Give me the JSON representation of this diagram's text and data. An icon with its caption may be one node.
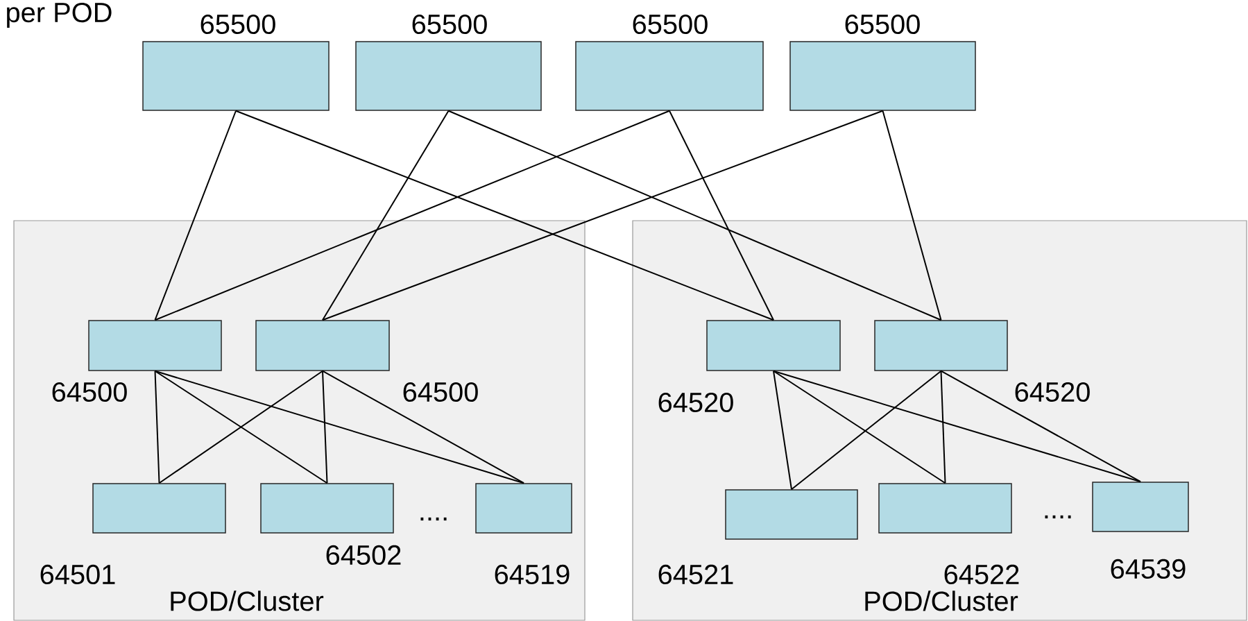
{
  "diagram": {
    "nodes": [
      {
        "text": [
          "65500"
        ]
      },
      {
        "text": [
          "65500"
        ]
      },
      {
        "text": [
          "65500"
        ]
      },
      {
        "text": [
          "65500"
        ]
      },
      {
        "text": [
          "POD/Cluster"
        ]
      },
      {
        "text": [
          "64500"
        ],
        "in": 4
      },
      {
        "text": [
          "64500"
        ],
        "in": 4
      },
      {
        "text": [
          "64501"
        ],
        "in": 4
      },
      {
        "text": [
          "64502"
        ],
        "in": 4
      },
      {
        "text": [
          "64519"
        ],
        "in": 4
      },
      {
        "text": [
          "POD/Cluster"
        ]
      },
      {
        "text": [
          "64520"
        ],
        "in": 10
      },
      {
        "text": [
          "64520"
        ],
        "in": 10
      },
      {
        "text": [
          "64521"
        ],
        "in": 10
      },
      {
        "text": [
          "64522"
        ],
        "in": 10
      },
      {
        "text": [
          "64539"
        ],
        "in": 10
      }
    ],
    "edges": [
      {
        "from": 0,
        "to": 5,
        "arrow": "none"
      },
      {
        "from": 0,
        "to": 11,
        "arrow": "none"
      },
      {
        "from": 1,
        "to": 6,
        "arrow": "none"
      },
      {
        "from": 1,
        "to": 12,
        "arrow": "none"
      },
      {
        "from": 2,
        "to": 5,
        "arrow": "none"
      },
      {
        "from": 2,
        "to": 11,
        "arrow": "none"
      },
      {
        "from": 3,
        "to": 6,
        "arrow": "none"
      },
      {
        "from": 3,
        "to": 12,
        "arrow": "none"
      },
      {
        "from": 5,
        "to": 7,
        "arrow": "none"
      },
      {
        "from": 5,
        "to": 8,
        "arrow": "none"
      },
      {
        "from": 5,
        "to": 9,
        "arrow": "none"
      },
      {
        "from": 6,
        "to": 7,
        "arrow": "none"
      },
      {
        "from": 6,
        "to": 8,
        "arrow": "none"
      },
      {
        "from": 6,
        "to": 9,
        "arrow": "none"
      },
      {
        "from": 11,
        "to": 13,
        "arrow": "none"
      },
      {
        "from": 11,
        "to": 14,
        "arrow": "none"
      },
      {
        "from": 11,
        "to": 15,
        "arrow": "none"
      },
      {
        "from": 12,
        "to": 13,
        "arrow": "none"
      },
      {
        "from": 12,
        "to": 14,
        "arrow": "none"
      },
      {
        "from": 12,
        "to": 15,
        "arrow": "none"
      }
    ],
    "labels": [
      "per POD",
      "....",
      "...."
    ]
  }
}
